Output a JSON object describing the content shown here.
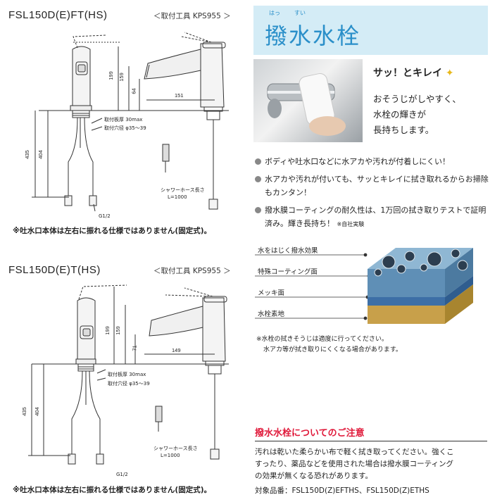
{
  "diagram_top": {
    "model": "FSL150D(E)FT(HS)",
    "tool": "＜取付工具 KPS955 ＞",
    "dims": [
      "199",
      "159",
      "64",
      "151",
      "435",
      "404"
    ],
    "plate_thickness": "取付板厚 30max",
    "hole_diameter": "取付穴径 φ35～39",
    "hose_length_label": "シャワーホース長さ",
    "hose_length_value": "L=1000",
    "thread": "G1/2",
    "note": "※吐水口本体は左右に振れる仕様ではありません(固定式)。"
  },
  "diagram_bottom": {
    "model": "FSL150D(E)T(HS)",
    "tool": "＜取付工具 KPS955 ＞",
    "dims": [
      "199",
      "159",
      "71",
      "149",
      "435",
      "404"
    ],
    "plate_thickness": "取付板厚 30max",
    "hole_diameter": "取付穴径 φ35～39",
    "hose_length_label": "シャワーホース長さ",
    "hose_length_value": "L=1000",
    "thread": "G1/2",
    "note": "※吐水口本体は左右に振れる仕様ではありません(固定式)。"
  },
  "feature": {
    "ruby_left": "はっ",
    "ruby_right": "すい",
    "title": "撥水水栓",
    "catch": "サッ！とキレイ",
    "photo_text": [
      "おそうじがしやすく、",
      "水栓の輝きが",
      "長持ちします。"
    ],
    "bullets": [
      "ボディや吐水口などに水アカや汚れが付着しにくい！",
      "水アカや汚れが付いても、サッとキレイに拭き取れるからお掃除もカンタン！",
      "撥水膜コーティングの耐久性は、1万回の拭き取りテストで証明済み。輝き長持ち！"
    ],
    "bullet_suffix": "※自社実験",
    "layers": [
      "水をはじく撥水効果",
      "特殊コーティング面",
      "メッキ面",
      "水栓素地"
    ],
    "wipe_note_1": "※水栓の拭きそうじは適度に行ってください。",
    "wipe_note_2": "水アカ等が拭き取りにくくなる場合があります。"
  },
  "caution": {
    "title": "撥水水栓についてのご注意",
    "lines": [
      "汚れは乾いた柔らかい布で軽く拭き取ってください。強くこ",
      "すったり、薬品などを使用された場合は撥水膜コーティング",
      "の効果が無くなる恐れがあります。"
    ],
    "target": "対象品番：FSL150D(Z)EFTHS、FSL150D(Z)ETHS"
  },
  "colors": {
    "banner_bg": "#d4ecf6",
    "accent_red": "#e0193a",
    "catch_blue": "#2a8fc9"
  }
}
